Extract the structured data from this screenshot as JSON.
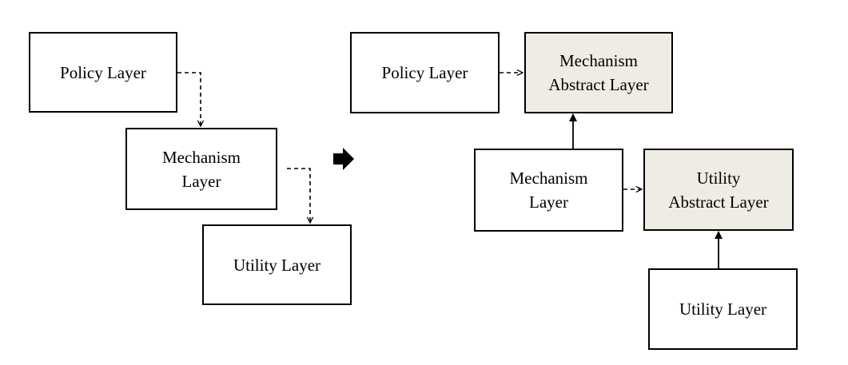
{
  "colors": {
    "border": "#000000",
    "box_fill": "#ffffff",
    "abstract_fill": "#efece4"
  },
  "before": {
    "policy_layer": "Policy Layer",
    "mechanism_layer": "Mechanism\nLayer",
    "utility_layer": "Utility Layer"
  },
  "transition_icon": "right-arrow-icon",
  "after": {
    "policy_layer": "Policy Layer",
    "mechanism_abstract_layer": "Mechanism\nAbstract Layer",
    "mechanism_layer": "Mechanism\nLayer",
    "utility_abstract_layer": "Utility\nAbstract Layer",
    "utility_layer": "Utility Layer"
  }
}
